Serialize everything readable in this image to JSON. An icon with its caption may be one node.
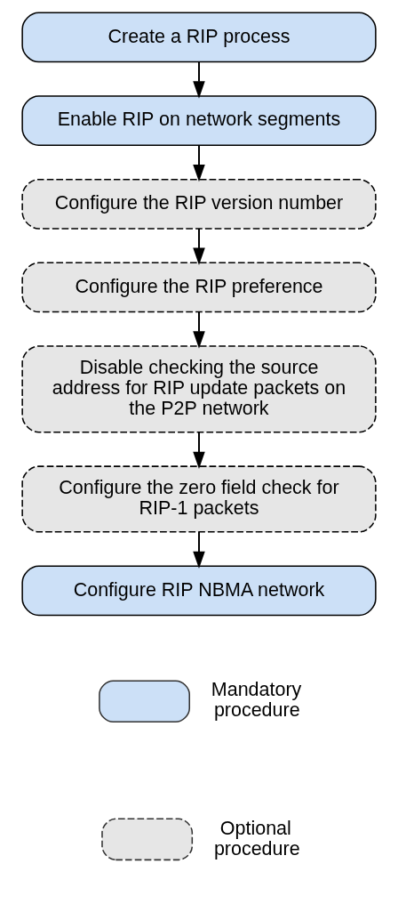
{
  "diagram": {
    "nodes": [
      {
        "text": [
          "Create a RIP process"
        ]
      },
      {
        "text": [
          "Enable RIP on network segments"
        ]
      },
      {
        "text": [
          "Configure the RIP version number"
        ]
      },
      {
        "text": [
          "Configure the RIP preference"
        ]
      },
      {
        "text": [
          "Disable checking the source address for RIP update packets on the P2P network"
        ]
      },
      {
        "text": [
          "Configure the zero field check for RIP-1 packets"
        ]
      },
      {
        "text": [
          "Configure RIP NBMA network"
        ]
      }
    ],
    "edges": [
      {
        "from": 0,
        "to": 1,
        "arrow": "to"
      },
      {
        "from": 1,
        "to": 2,
        "arrow": "to"
      },
      {
        "from": 2,
        "to": 3,
        "arrow": "to"
      },
      {
        "from": 3,
        "to": 4,
        "arrow": "to"
      },
      {
        "from": 4,
        "to": 5,
        "arrow": "to"
      },
      {
        "from": 5,
        "to": 6,
        "arrow": "to"
      }
    ],
    "legend": [
      {
        "text": "Mandatory procedure",
        "color": "#cce0f7"
      },
      {
        "text": "Optional procedure",
        "color": "#e6e6e6"
      }
    ]
  }
}
